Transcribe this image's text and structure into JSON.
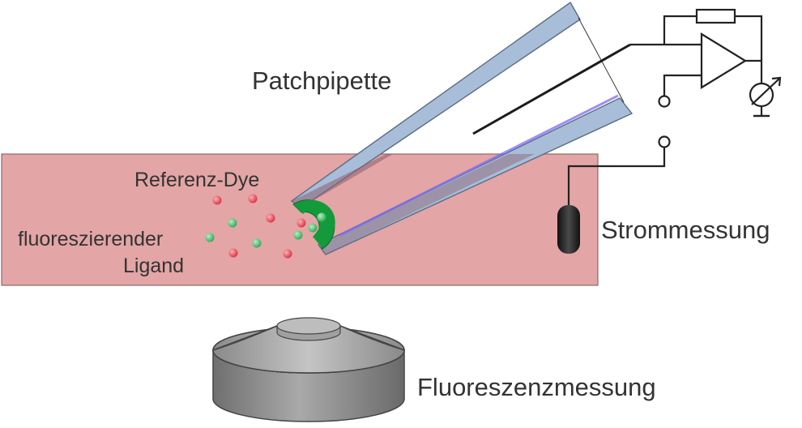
{
  "labels": {
    "pipette": "Patchpipette",
    "reference_dye": "Referenz-Dye",
    "ligand_line1": "fluoreszierender",
    "ligand_line2": "Ligand",
    "current_measurement": "Strommessung",
    "fluorescence_measurement": "Fluoreszenzmessung"
  },
  "colors": {
    "bath": "#e3a5a5",
    "bath_border": "#8c6b6b",
    "pipette_glass": "#a8bdd8",
    "membrane_patch": "#139a3a",
    "reference_dye_particle": "#e0414f",
    "ligand_particle": "#3fbf68",
    "electrode": "#2a2a2a",
    "objective": "#8c8c8c",
    "laser": "#7b6cf0"
  },
  "particles": {
    "reference_dye_count": 6,
    "ligand_count": 6
  },
  "icons": [
    "amplifier-icon",
    "ammeter-icon",
    "ground-icon",
    "resistor-icon",
    "switch-terminal-icon"
  ]
}
